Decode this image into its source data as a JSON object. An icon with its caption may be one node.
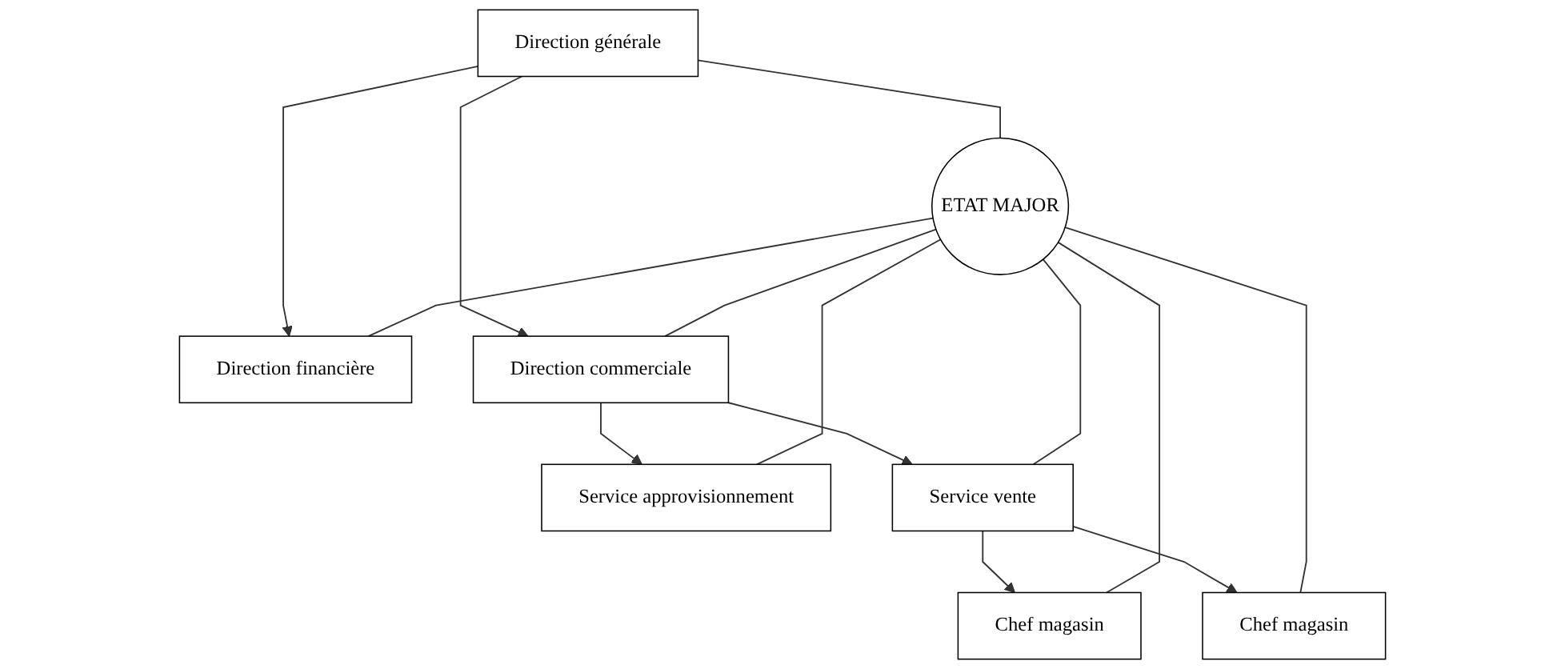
{
  "diagram": {
    "nodes": [
      {
        "text": [
          "Direction générale"
        ]
      },
      {
        "text": [
          "ETAT MAJOR"
        ]
      },
      {
        "text": [
          "Direction financière"
        ]
      },
      {
        "text": [
          "Direction commerciale"
        ]
      },
      {
        "text": [
          "Service approvisionnement"
        ]
      },
      {
        "text": [
          "Service vente"
        ]
      },
      {
        "text": [
          "Chef magasin"
        ]
      },
      {
        "text": [
          "Chef magasin"
        ]
      }
    ],
    "edges": [
      {
        "from": 0,
        "to": 1,
        "arrow": "none"
      },
      {
        "from": 0,
        "to": 2,
        "arrow": "to"
      },
      {
        "from": 0,
        "to": 3,
        "arrow": "to"
      },
      {
        "from": 1,
        "to": 2,
        "arrow": "none"
      },
      {
        "from": 1,
        "to": 3,
        "arrow": "none"
      },
      {
        "from": 3,
        "to": 4,
        "arrow": "to"
      },
      {
        "from": 3,
        "to": 5,
        "arrow": "to"
      },
      {
        "from": 1,
        "to": 4,
        "arrow": "none"
      },
      {
        "from": 1,
        "to": 5,
        "arrow": "none"
      },
      {
        "from": 5,
        "to": 6,
        "arrow": "to"
      },
      {
        "from": 5,
        "to": 7,
        "arrow": "to"
      },
      {
        "from": 1,
        "to": 6,
        "arrow": "none"
      },
      {
        "from": 1,
        "to": 7,
        "arrow": "none"
      }
    ]
  }
}
